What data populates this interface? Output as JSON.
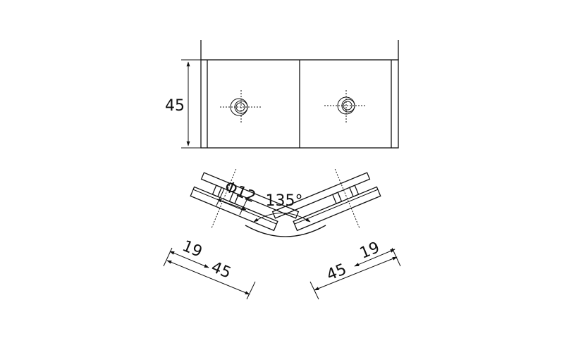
{
  "front_view": {
    "height_label": "45"
  },
  "top_view": {
    "hole_label": "Φ12",
    "angle_label": "135°",
    "left_offset_label": "19",
    "left_width_label": "45",
    "right_width_label": "45",
    "right_offset_label": "19"
  },
  "colors": {
    "line": "#111111",
    "background": "#ffffff"
  }
}
